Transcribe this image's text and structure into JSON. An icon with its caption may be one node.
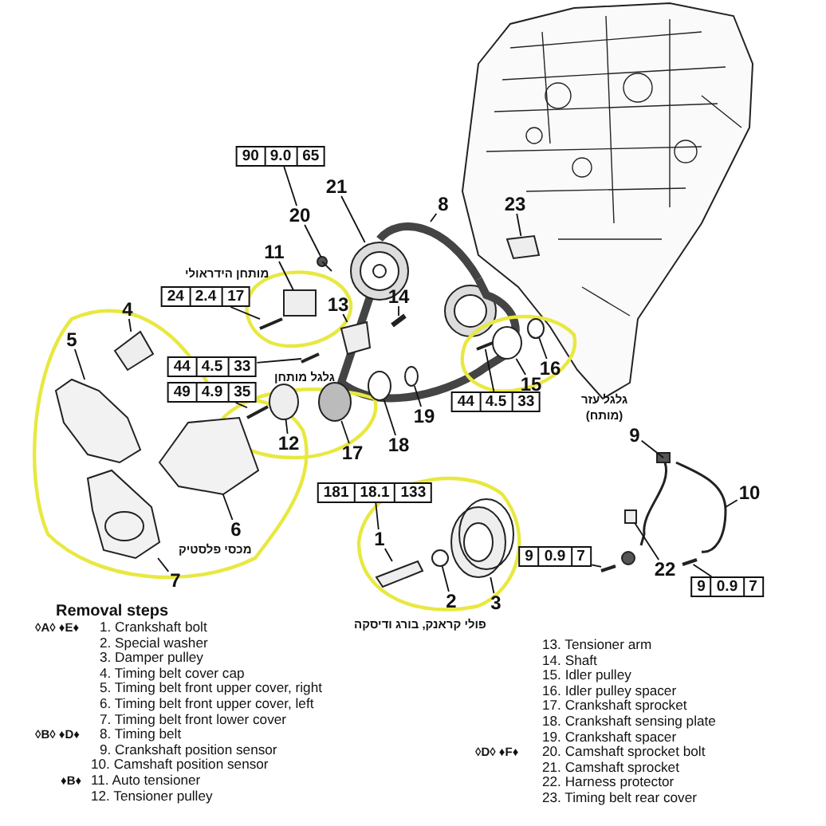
{
  "diagram": {
    "nodes": [
      {
        "text": [
          "90",
          "9.0",
          "65"
        ]
      },
      {
        "text": [
          "21"
        ]
      },
      {
        "text": [
          "23"
        ]
      },
      {
        "text": [
          "20"
        ]
      },
      {
        "text": [
          "8"
        ]
      },
      {
        "text": [
          "11"
        ]
      },
      {
        "text": [
          "24",
          "2.4",
          "17"
        ]
      },
      {
        "text": [
          "13"
        ]
      },
      {
        "text": [
          "14"
        ]
      },
      {
        "text": [
          "4"
        ]
      },
      {
        "text": [
          "5"
        ]
      },
      {
        "text": [
          "44",
          "4.5",
          "33"
        ]
      },
      {
        "text": [
          "16"
        ]
      },
      {
        "text": [
          "15"
        ]
      },
      {
        "text": [
          "49",
          "4.9",
          "35"
        ]
      },
      {
        "text": [
          "44",
          "4.5",
          "33"
        ]
      },
      {
        "text": [
          "19"
        ]
      },
      {
        "text": [
          "12"
        ]
      },
      {
        "text": [
          "17"
        ]
      },
      {
        "text": [
          "18"
        ]
      },
      {
        "text": [
          "9"
        ]
      },
      {
        "text": [
          "181",
          "18.1",
          "133"
        ]
      },
      {
        "text": [
          "10"
        ]
      },
      {
        "text": [
          "6"
        ]
      },
      {
        "text": [
          "1"
        ]
      },
      {
        "text": [
          "9",
          "0.9",
          "7"
        ]
      },
      {
        "text": [
          "22"
        ]
      },
      {
        "text": [
          "7"
        ]
      },
      {
        "text": [
          "9",
          "0.9",
          "7"
        ]
      },
      {
        "text": [
          "2"
        ]
      },
      {
        "text": [
          "3"
        ]
      },
      {
        "text": [],
        "shape": "picture"
      },
      {
        "text": [],
        "shape": "picture"
      },
      {
        "text": [],
        "shape": "picture"
      },
      {
        "text": [],
        "shape": "picture"
      },
      {
        "text": [],
        "shape": "box"
      },
      {
        "text": [],
        "shape": "picture"
      },
      {
        "text": [],
        "shape": "picture"
      },
      {
        "text": [],
        "shape": "picture"
      },
      {
        "text": [],
        "shape": "picture"
      },
      {
        "text": [],
        "shape": "picture"
      },
      {
        "text": [],
        "shape": "picture"
      },
      {
        "text": [],
        "shape": "circle"
      },
      {
        "text": [],
        "shape": "circle"
      },
      {
        "text": [],
        "shape": "picture"
      },
      {
        "text": [],
        "shape": "picture"
      },
      {
        "text": [],
        "shape": "circle"
      },
      {
        "text": [],
        "shape": "circle"
      },
      {
        "text": [],
        "shape": "circle"
      },
      {
        "text": [],
        "shape": "circle"
      },
      {
        "text": [],
        "shape": "picture"
      },
      {
        "text": [],
        "shape": "picture"
      },
      {
        "text": [],
        "shape": "picture"
      },
      {
        "text": [],
        "shape": "picture"
      },
      {
        "text": [],
        "shape": "picture"
      },
      {
        "text": [],
        "shape": "box"
      },
      {
        "text": [],
        "shape": "picture"
      },
      {
        "text": [],
        "shape": "picture"
      },
      {
        "text": [],
        "shape": "circle"
      },
      {
        "text": [],
        "shape": "picture"
      }
    ],
    "edges": [
      {
        "from": 0,
        "to": 3,
        "arrow": "none"
      },
      {
        "from": 1,
        "to": 31,
        "arrow": "none"
      },
      {
        "from": 2,
        "to": 32,
        "arrow": "none"
      },
      {
        "from": 3,
        "to": 33,
        "arrow": "none"
      },
      {
        "from": 4,
        "to": 34,
        "arrow": "none"
      },
      {
        "from": 5,
        "to": 35,
        "arrow": "none"
      },
      {
        "from": 6,
        "to": 36,
        "arrow": "none"
      },
      {
        "from": 7,
        "to": 37,
        "arrow": "none"
      },
      {
        "from": 8,
        "to": 38,
        "arrow": "none"
      },
      {
        "from": 9,
        "to": 39,
        "arrow": "none"
      },
      {
        "from": 10,
        "to": 40,
        "arrow": "none"
      },
      {
        "from": 11,
        "to": 41,
        "arrow": "none"
      },
      {
        "from": 12,
        "to": 42,
        "arrow": "none"
      },
      {
        "from": 13,
        "to": 43,
        "arrow": "none"
      },
      {
        "from": 14,
        "to": 44,
        "arrow": "none"
      },
      {
        "from": 15,
        "to": 45,
        "arrow": "none"
      },
      {
        "from": 16,
        "to": 46,
        "arrow": "none"
      },
      {
        "from": 17,
        "to": 47,
        "arrow": "none"
      },
      {
        "from": 18,
        "to": 48,
        "arrow": "none"
      },
      {
        "from": 19,
        "to": 49,
        "arrow": "none"
      },
      {
        "from": 20,
        "to": 50,
        "arrow": "none"
      },
      {
        "from": 21,
        "to": 24,
        "arrow": "none"
      },
      {
        "from": 22,
        "to": 51,
        "arrow": "none"
      },
      {
        "from": 23,
        "to": 52,
        "arrow": "none"
      },
      {
        "from": 24,
        "to": 53,
        "arrow": "none"
      },
      {
        "from": 25,
        "to": 54,
        "arrow": "none"
      },
      {
        "from": 26,
        "to": 55,
        "arrow": "none"
      },
      {
        "from": 27,
        "to": 56,
        "arrow": "none"
      },
      {
        "from": 28,
        "to": 57,
        "arrow": "none"
      },
      {
        "from": 29,
        "to": 58,
        "arrow": "none"
      },
      {
        "from": 30,
        "to": 59,
        "arrow": "none"
      }
    ],
    "labels": [
      "מותחן הידראולי",
      "גלגל מותחן",
      "גלגל עזר (מותח)",
      "מכסי פלסטיק",
      "פולי קראנק, בורג ודיסקה",
      "Removal steps",
      "◊A◊ ♦E♦",
      "1. Crankshaft bolt",
      "2. Special washer",
      "3. Damper pulley",
      "4. Timing belt cover cap",
      "5. Timing belt front upper cover, right",
      "6. Timing belt front upper cover, left",
      "7. Timing belt front lower cover",
      "◊B◊ ♦D♦",
      "8. Timing belt",
      "9. Crankshaft position sensor",
      "10. Camshaft position sensor",
      "♦B♦",
      "11. Auto tensioner",
      "12. Tensioner pulley",
      "13. Tensioner arm",
      "14. Shaft",
      "15. Idler pulley",
      "16. Idler pulley spacer",
      "17. Crankshaft sprocket",
      "18. Crankshaft sensing plate",
      "19. Crankshaft spacer",
      "◊D◊ ♦F♦",
      "20. Camshaft sprocket bolt",
      "21. Camshaft sprocket",
      "22. Harness protector",
      "23. Timing belt rear cover"
    ]
  }
}
